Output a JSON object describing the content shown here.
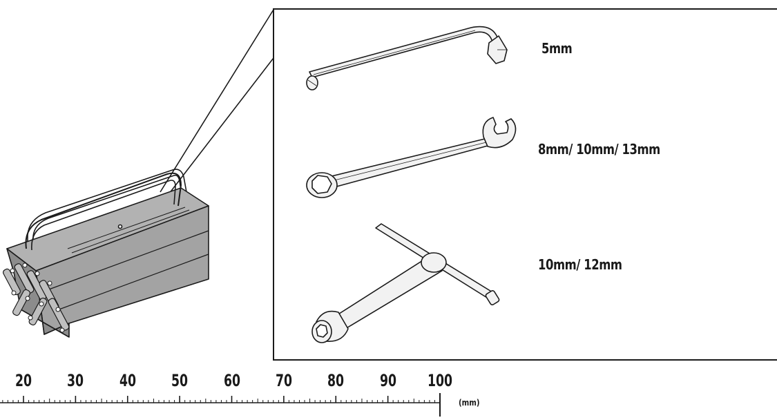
{
  "labels": {
    "hex_key": "5mm",
    "combination_wrench": "8mm/ 10mm/ 13mm",
    "t_socket_wrench": "10mm/ 12mm"
  },
  "ruler": {
    "tick_labels": [
      "20",
      "30",
      "40",
      "50",
      "60",
      "70",
      "80",
      "90",
      "100"
    ],
    "start_value": 20,
    "end_value": 100,
    "unit": "(mm)"
  },
  "colors": {
    "line": "#1a1a1a",
    "toolbox_fill": "#a3a3a3",
    "toolbox_dark": "#8c8c8c",
    "tool_fill": "#f2f2f2"
  }
}
